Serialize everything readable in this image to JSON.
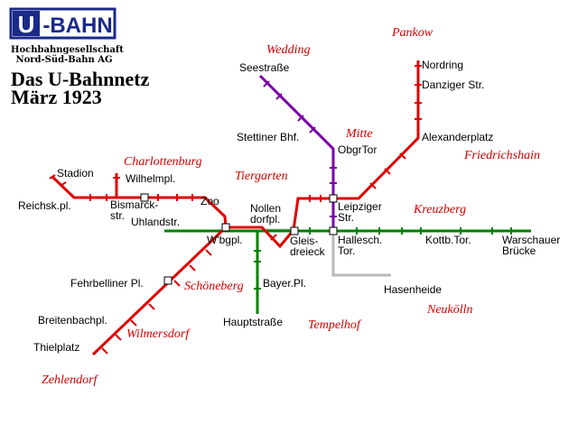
{
  "logo": {
    "letter": "U",
    "suffix": "-BAHN"
  },
  "company": [
    "Hochbahngesellschaft",
    "Nord-Süd-Bahn AG"
  ],
  "title": [
    "Das U-Bahnnetz",
    "März 1923"
  ],
  "colors": {
    "red": "#e00000",
    "purple": "#7a00a8",
    "green": "#008000",
    "gray": "#b8b8b8",
    "navy": "#1a2a8a",
    "district": "#d40000"
  },
  "stations": {
    "seestrasse": "Seestraße",
    "stettiner": "Stettiner Bhf.",
    "obgrtor": "ObgrTor",
    "nordring": "Nordring",
    "danziger": "Danziger Str.",
    "alexanderplatz": "Alexanderplatz",
    "stadion": "Stadion",
    "wilhelmpl": "Wilhelmpl.",
    "reichskpl": "Reichsk.pl.",
    "bismarck1": "Bismarck-",
    "bismarck2": "str.",
    "zoo": "Zoo",
    "uhlandstr": "Uhlandstr.",
    "wbgpl": "W'bgpl.",
    "nollen1": "Nollen",
    "nollen2": "dorfpl.",
    "leipziger1": "Leipziger",
    "leipziger2": "Str.",
    "gleis1": "Gleis-",
    "gleis2": "dreieck",
    "hallesch1": "Hallesch.",
    "hallesch2": "Tor.",
    "kottbtor": "Kottb.Tor.",
    "warschauer1": "Warschauer",
    "warschauer2": "Brücke",
    "hasenheide": "Hasenheide",
    "fehrbelliner": "Fehrbelliner Pl.",
    "bayerpl": "Bayer.Pl.",
    "hauptstrasse": "Hauptstraße",
    "breitenbach": "Breitenbachpl.",
    "thielplatz": "Thielplatz"
  },
  "districts": {
    "wedding": "Wedding",
    "pankow": "Pankow",
    "mitte": "Mitte",
    "friedrichshain": "Friedrichshain",
    "charlottenburg": "Charlottenburg",
    "tiergarten": "Tiergarten",
    "kreuzberg": "Kreuzberg",
    "schoeneberg": "Schöneberg",
    "tempelhof": "Tempelhof",
    "neukoelln": "Neukölln",
    "wilmersdorf": "Wilmersdorf",
    "zehlendorf": "Zehlendorf"
  }
}
